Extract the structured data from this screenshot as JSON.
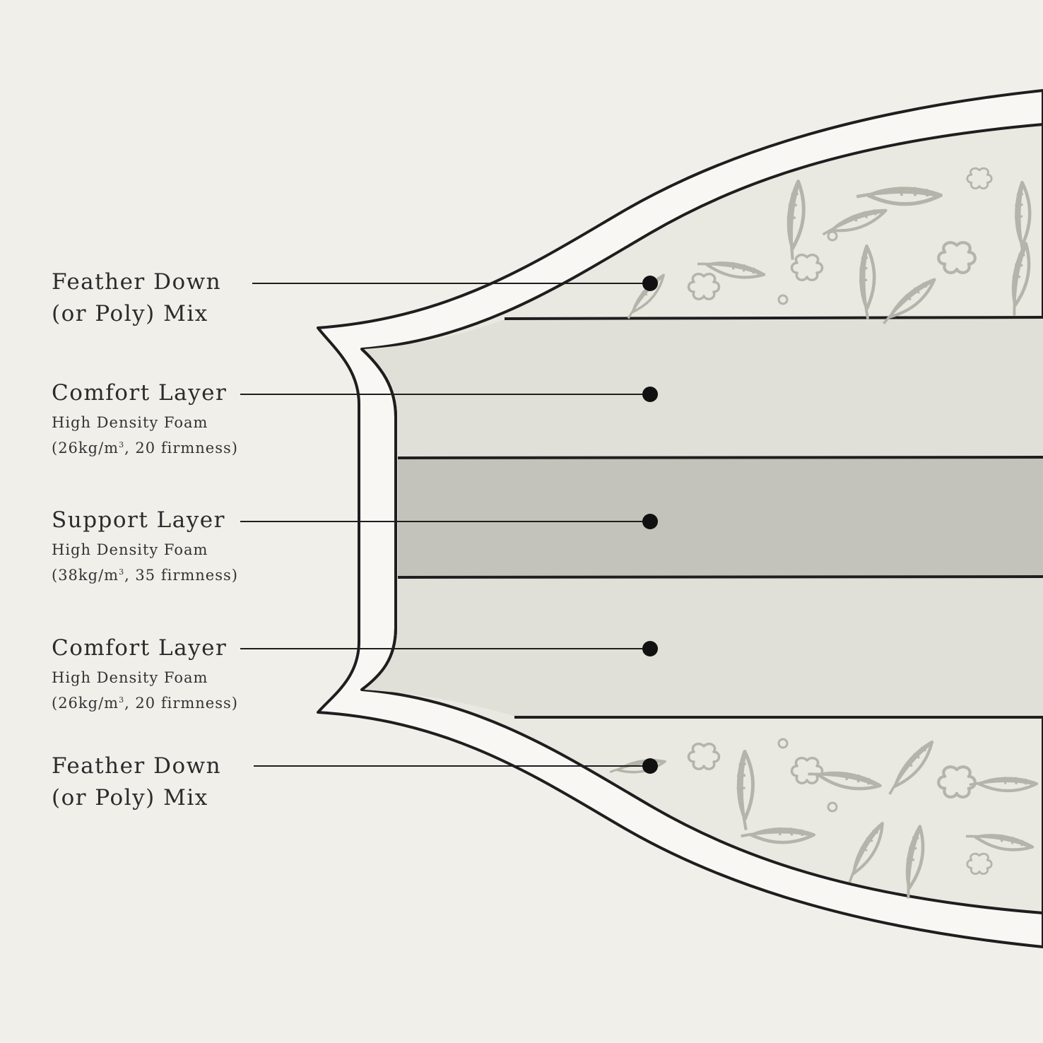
{
  "layers": [
    {
      "id": "feather-top",
      "title_lines": [
        "Feather Down",
        "(or Poly) Mix"
      ],
      "sub_lines": []
    },
    {
      "id": "comfort-top",
      "title_lines": [
        "Comfort Layer"
      ],
      "sub_lines": [
        "High Density Foam",
        "(26kg/m",
        "3",
        ", 20 firmness)"
      ]
    },
    {
      "id": "support",
      "title_lines": [
        "Support Layer"
      ],
      "sub_lines": [
        "High Density Foam",
        "(38kg/m",
        "3",
        ", 35 firmness)"
      ]
    },
    {
      "id": "comfort-bottom",
      "title_lines": [
        "Comfort Layer"
      ],
      "sub_lines": [
        "High Density Foam",
        "(26kg/m",
        "3",
        ", 20 firmness)"
      ]
    },
    {
      "id": "feather-bottom",
      "title_lines": [
        "Feather Down",
        "(or Poly) Mix"
      ],
      "sub_lines": []
    }
  ],
  "colors": {
    "background": "#f0efea",
    "casing": "#f8f7f4",
    "feather_fill": "#e9e8e1",
    "comfort_fill": "#e1e0d8",
    "support_fill": "#c3c2bb",
    "outline": "#1e1e1e",
    "motif": "#b4b4ab"
  },
  "icons": [
    "feather-icon",
    "cotton-flower-icon"
  ]
}
